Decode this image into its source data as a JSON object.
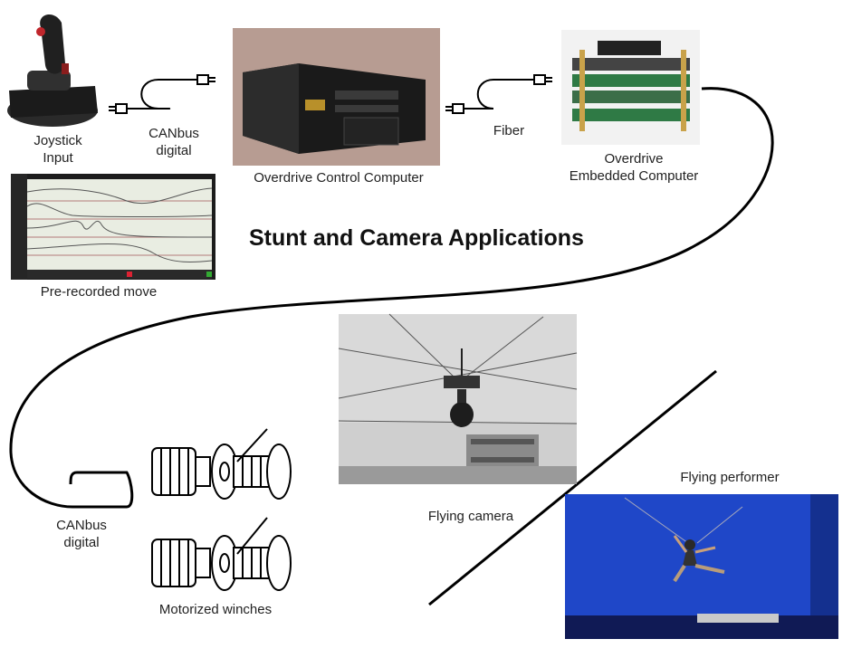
{
  "title": "Stunt and Camera Applications",
  "labels": {
    "joystick_line1": "Joystick",
    "joystick_line2": "Input",
    "canbus_top_line1": "CANbus",
    "canbus_top_line2": "digital",
    "control_computer": "Overdrive Control Computer",
    "fiber": "Fiber",
    "embedded_line1": "Overdrive",
    "embedded_line2": "Embedded Computer",
    "prerecorded": "Pre-recorded move",
    "canbus_bottom_line1": "CANbus",
    "canbus_bottom_line2": "digital",
    "winches": "Motorized winches",
    "flying_camera": "Flying camera",
    "flying_performer": "Flying performer"
  },
  "colors": {
    "stage_blue": "#1f47c8",
    "graph_bg": "#e9ede2",
    "wire": "#000000"
  }
}
